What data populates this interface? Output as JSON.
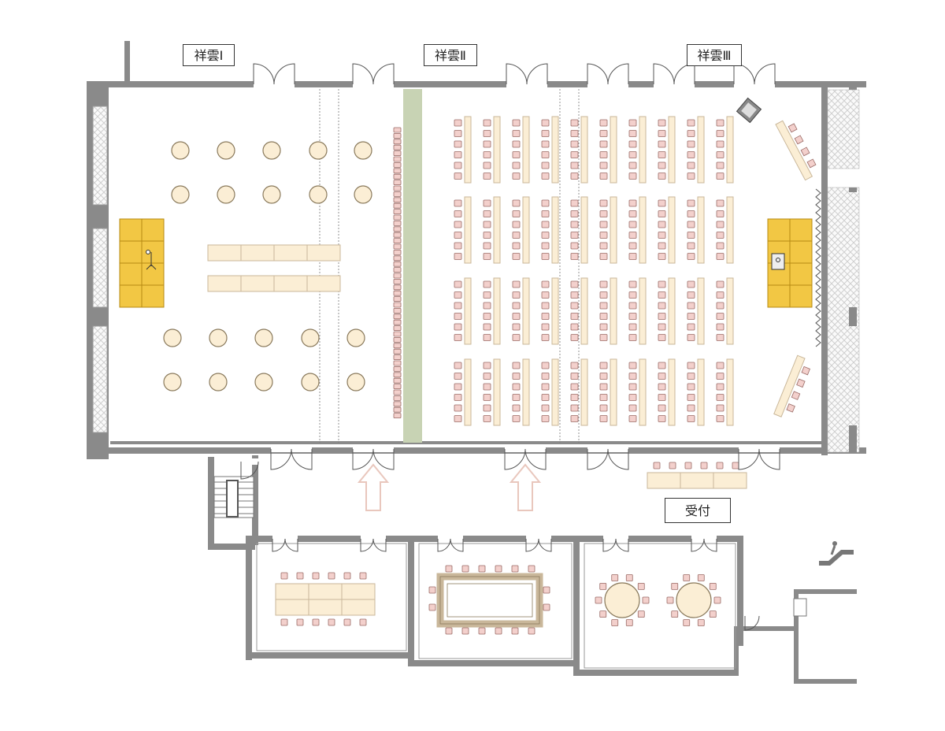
{
  "rooms": {
    "shoun1": "祥雲Ⅰ",
    "shoun2": "祥雲Ⅱ",
    "shoun3": "祥雲Ⅲ"
  },
  "reception": "受付",
  "colors": {
    "wall": "#8a8a8a",
    "table": "#fbeed5",
    "table_stroke": "#c9b79a",
    "chair": "#f3d0cc",
    "chair_stroke": "#9a6b66",
    "stage": "#f2c744",
    "stage_stroke": "#b68a12",
    "partition_strip": "#c8d3b4",
    "arrow": "#e9c7bd",
    "window_hatch": "#d9d9d9"
  },
  "icons": [
    "microphone-icon",
    "lectern-icon",
    "projector-icon",
    "escalator-icon"
  ]
}
